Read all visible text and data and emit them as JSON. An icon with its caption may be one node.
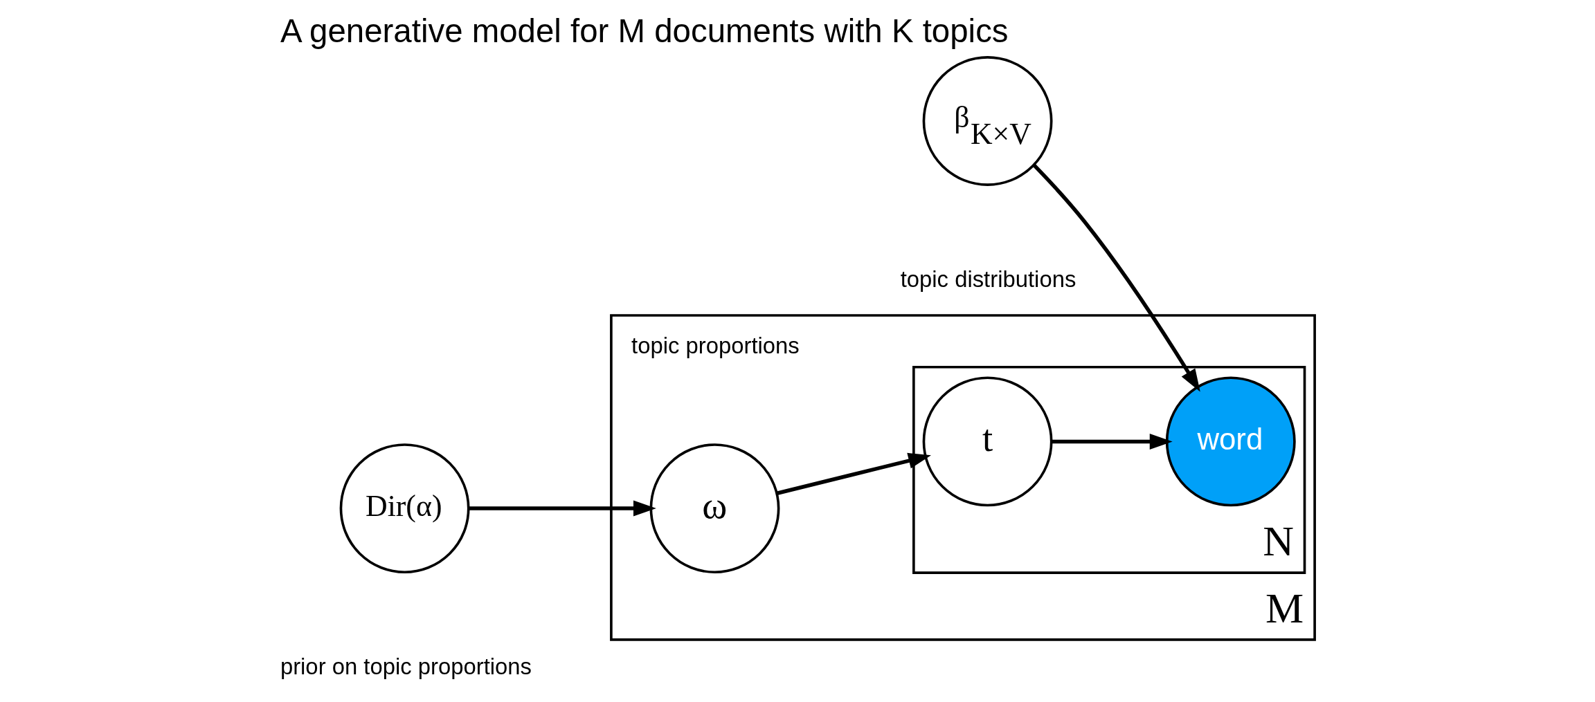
{
  "diagram": {
    "title": "A generative model for M documents with K topics",
    "nodes": [
      {
        "text": [
          "M"
        ]
      },
      {
        "text": [
          "N"
        ],
        "in": 0
      },
      {
        "text": [
          "Dir(α)"
        ],
        "beside": [
          "prior on topic proportions"
        ]
      },
      {
        "text": [
          "ω"
        ],
        "in": 0,
        "beside": [
          "topic proportions"
        ]
      },
      {
        "text": [
          "t"
        ],
        "in": 1
      },
      {
        "text": [
          "word"
        ],
        "in": 1
      },
      {
        "text": [
          "β$_{K×V}$"
        ],
        "beside": [
          "topic distributions"
        ]
      }
    ],
    "edges": [
      {
        "from": 2,
        "to": 3,
        "arrow": "to"
      },
      {
        "from": 3,
        "to": 4,
        "arrow": "to"
      },
      {
        "from": 4,
        "to": 5,
        "arrow": "to"
      },
      {
        "from": 6,
        "to": 5,
        "arrow": "to"
      }
    ]
  }
}
